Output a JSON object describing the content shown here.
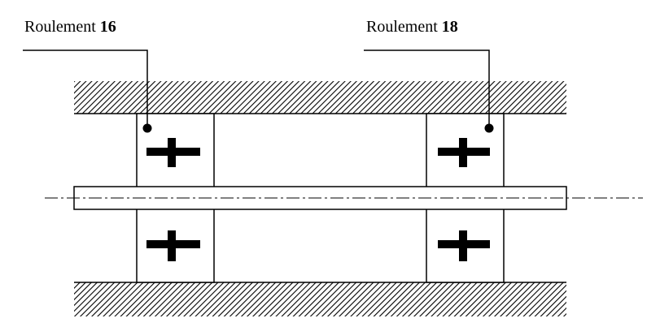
{
  "labels": {
    "left": {
      "text": "Roulement ",
      "number": "16"
    },
    "right": {
      "text": "Roulement ",
      "number": "18"
    }
  },
  "bearing_symbol": "plus-icon",
  "colors": {
    "ink": "#000000",
    "background": "#ffffff"
  }
}
